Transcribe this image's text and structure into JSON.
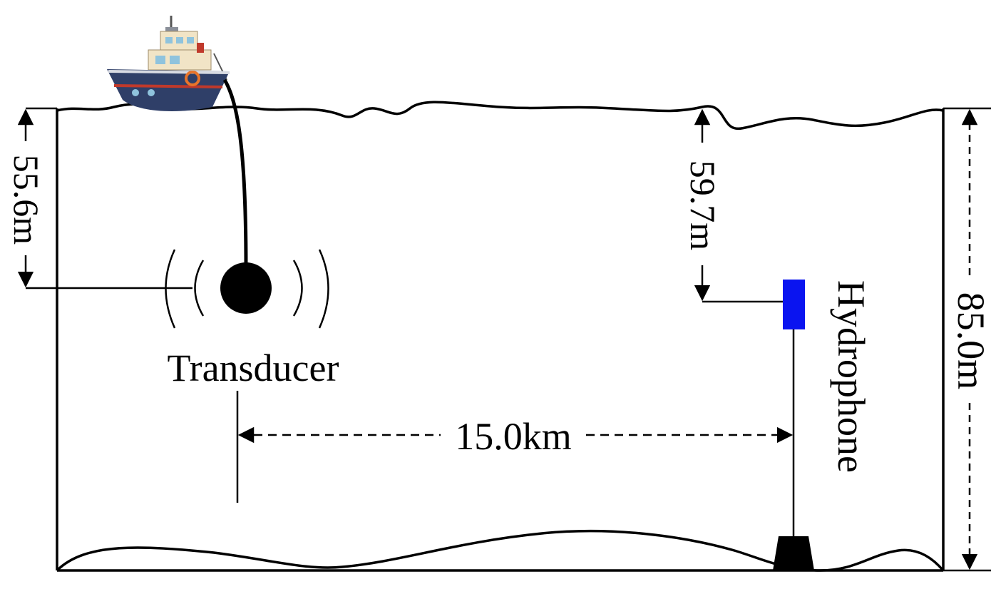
{
  "diagram": {
    "labels": {
      "transducer": "Transducer",
      "hydrophone": "Hydrophone",
      "transducer_depth": "55.6m",
      "hydrophone_depth": "59.7m",
      "water_depth": "85.0m",
      "range": "15.0km"
    },
    "colors": {
      "line": "#000000",
      "hydrophone": "#0a14f0",
      "ship_hull": "#2f3f68",
      "ship_stripe": "#c0392b",
      "ship_cabin": "#f1e4c6",
      "ship_window": "#8fc3dd"
    }
  }
}
